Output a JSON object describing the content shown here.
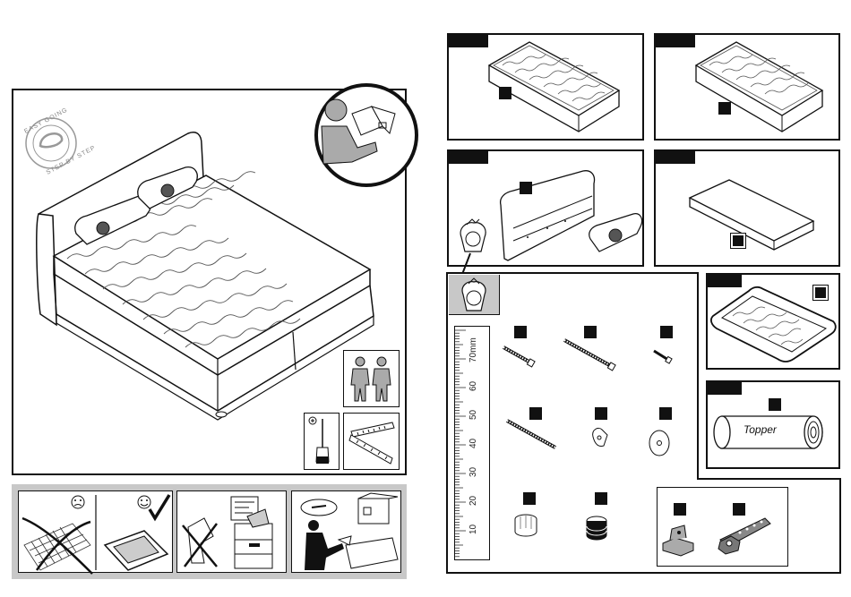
{
  "stamp": {
    "top_text": "EASY GOING",
    "bottom_text": "STEP BY STEP"
  },
  "ruler": {
    "labels": [
      "70mm",
      "60",
      "50",
      "40",
      "30",
      "20",
      "10"
    ]
  },
  "topper": {
    "label": "Topper"
  },
  "colors": {
    "ink": "#111111",
    "tray_gray": "#c8c8c8",
    "figure_gray": "#aaaaaa"
  },
  "icons": [
    "reading-manual-icon",
    "two-people-icon",
    "screwdriver-icon",
    "folding-rule-icon",
    "sad-face-icon",
    "happy-face-icon",
    "check-icon",
    "parts-bag-icon"
  ]
}
